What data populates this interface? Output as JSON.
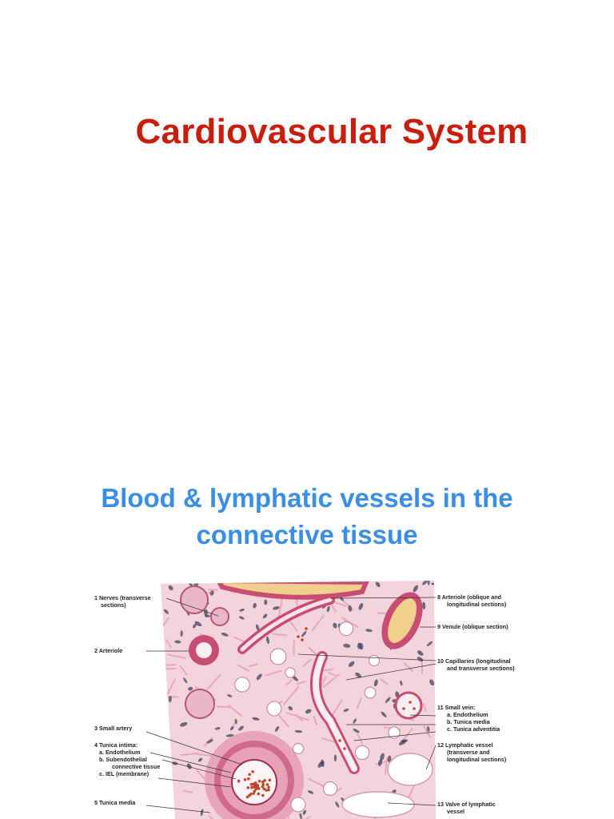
{
  "slide": {
    "title": "Cardiovascular System",
    "subtitle_line_1": "Blood & lymphatic vessels in the",
    "subtitle_line_2": "connective tissue"
  },
  "figure": {
    "left_labels": [
      {
        "id": "l1a",
        "text": "1 Nerves (transverse"
      },
      {
        "id": "l1b",
        "text": "sections)"
      },
      {
        "id": "l2",
        "text": "2 Arteriole"
      },
      {
        "id": "l3",
        "text": "3 Small artery"
      },
      {
        "id": "l4",
        "text": "4 Tunica intima:"
      },
      {
        "id": "l4a",
        "text": "a. Endothelium"
      },
      {
        "id": "l4b1",
        "text": "b. Subendothelial"
      },
      {
        "id": "l4b2",
        "text": "connective tissue"
      },
      {
        "id": "l4c",
        "text": "c. IEL (membrane)"
      },
      {
        "id": "l5",
        "text": "5 Tunica media"
      }
    ],
    "right_labels": [
      {
        "id": "r8a",
        "text": "8 Arteriole (oblique and"
      },
      {
        "id": "r8b",
        "text": "longitudinal sections)"
      },
      {
        "id": "r9",
        "text": "9 Venule (oblique section)"
      },
      {
        "id": "r10a",
        "text": "10 Capillaries (longitudinal"
      },
      {
        "id": "r10b",
        "text": "and transverse sections)"
      },
      {
        "id": "r11",
        "text": "11 Small vein:"
      },
      {
        "id": "r11a",
        "text": "a. Endothelium"
      },
      {
        "id": "r11b",
        "text": "b. Tunica media"
      },
      {
        "id": "r11c",
        "text": "c. Tunica adventitia"
      },
      {
        "id": "r12a",
        "text": "12 Lymphatic vessel"
      },
      {
        "id": "r12b",
        "text": "(transverse and"
      },
      {
        "id": "r12c",
        "text": "longitudinal sections)"
      },
      {
        "id": "r13a",
        "text": "13 Valve of lymphatic"
      },
      {
        "id": "r13b",
        "text": "vessel"
      }
    ],
    "colors": {
      "tissue_bg": "#f3d3dc",
      "fiber": "#e9a7bb",
      "nucleus": "#3f4460",
      "vessel_wall": "#c94d73",
      "rbc": "#c0482a",
      "lumen_yellow": "#f1d08e"
    }
  }
}
